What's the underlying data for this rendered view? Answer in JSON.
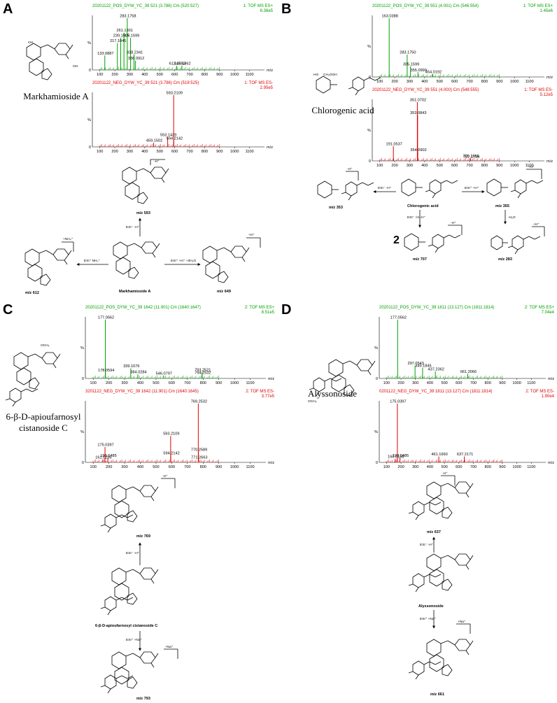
{
  "panels": [
    {
      "letter": "A",
      "compound": "Markhamioside A",
      "pos": {
        "header": "20201122_POS_DYW_YC_39 521 (3.786) Cm (520:527)",
        "mode": "1: TOF MS ES+",
        "intensity": "6.36e5"
      },
      "neg": {
        "header": "20201122_NEG_DYW_YC_39 521 (3.786) Cm (519:525)",
        "mode": "1: TOF MS ES-",
        "intensity": "2.95e5"
      },
      "scheme": {
        "center": "Markhamioside A",
        "top": "m/z 593",
        "left": "m/z 612",
        "right": "m/z 649",
        "arrow_up": "ESI⁻ -H⁺",
        "arrow_left": "ESI⁺ NH₄⁺",
        "arrow_right": "ESI⁺ +H⁺ +3H₂O",
        "ion_top": "-H⁺",
        "ion_left": "+NH₄⁺",
        "ion_right": "+H⁺"
      }
    },
    {
      "letter": "B",
      "compound": "Chlorogenic acid",
      "pos": {
        "header": "20201122_POS_DYW_YC_39 551 (4.001) Cm (546:554)",
        "mode": "1: TOF MS ES+",
        "intensity": "1.45e6"
      },
      "neg": {
        "header": "20201122_NEG_DYW_YC_39 551 (4.000) Cm (548:555)",
        "mode": "1: TOF MS ES-",
        "intensity": "5.12e5"
      },
      "scheme": {
        "center": "Chlorogenic acid",
        "left": "m/z 353",
        "right": "m/z 355",
        "bottom": "m/z 707",
        "far": "m/z 283",
        "dimer": "2",
        "arrow_left": "ESI⁻ -H⁺",
        "arrow_right": "ESI⁺ +H⁺",
        "arrow_down": "ESI⁻ ×2 -H⁺",
        "arrow_far": "-H₂O",
        "ion_left": "-H⁺",
        "ion_right": "+H⁺",
        "ion_bottom": "-H⁺",
        "ion_far": "+H⁺"
      }
    },
    {
      "letter": "C",
      "compound": "6-β-D-apioufarnosyl cistanoside C",
      "pos": {
        "header": "20201122_POS_DYW_YC_39 1642 (11.901) Cm (1640:1647)",
        "mode": "2: TOF MS ES+",
        "intensity": "8.51e5"
      },
      "neg": {
        "header": "3201122_NEG_DYW_YC_39 1642 (11.901) Cm (1640:1645)",
        "mode": "2: TOF MS ES-",
        "intensity": "3.77e5"
      },
      "scheme": {
        "center": "6-β-D-apioufarnosyl cistanoside C",
        "top": "m/z 769",
        "bottom": "m/z 793",
        "arrow_up": "ESI⁻ -H⁺",
        "arrow_down": "ESI⁺ +Na⁺",
        "ion_top": "-H⁺",
        "ion_bottom": "+Na⁺"
      }
    },
    {
      "letter": "D",
      "compound": "Alyssonoside",
      "pos": {
        "header": "20201122_POS_DYW_YC_39 1811 (13.127) Cm (1811:1814)",
        "mode": "2: TOF MS ES+",
        "intensity": "7.04e4"
      },
      "neg": {
        "header": "0201122_NEG_DYW_YC_39 1811 (13.127) Cm (1811:1814)",
        "mode": "2: TOF MS ES-",
        "intensity": "1.90e4"
      },
      "scheme": {
        "center": "Alyssonoside",
        "top": "m/z 637",
        "bottom": "m/z 661",
        "arrow_up": "ESI⁻ -H⁺",
        "arrow_down": "ESI⁺ +Na⁺",
        "ion_top": "-H⁺",
        "ion_bottom": "+Na⁺"
      }
    }
  ],
  "chart_data": [
    {
      "type": "bar",
      "panel": "A",
      "series": "pos",
      "color": "#00a000",
      "xlabel": "m/z",
      "xlim": [
        50,
        1200
      ],
      "ylabel": "%",
      "ylim": [
        0,
        100
      ],
      "x": [
        133.0887,
        217.1045,
        239.1507,
        261.1301,
        283.1758,
        305.1599,
        328.2341,
        338.0912,
        612.2553,
        648.1362
      ],
      "values": [
        28,
        52,
        62,
        72,
        100,
        62,
        30,
        18,
        8,
        8
      ],
      "labels": [
        "133.0887",
        "217.1045",
        "239.1507",
        "261.1301",
        "283.1758",
        "305.1599",
        "328.2341",
        "338.0912",
        "612.2553",
        "648.1362"
      ]
    },
    {
      "type": "bar",
      "panel": "A",
      "series": "neg",
      "color": "#e00000",
      "xlabel": "m/z",
      "xlim": [
        50,
        1200
      ],
      "ylabel": "%",
      "ylim": [
        0,
        100
      ],
      "x": [
        459.1502,
        553.1439,
        593.2109,
        594.2142
      ],
      "values": [
        8,
        19,
        100,
        12
      ],
      "labels": [
        "459.1502",
        "553.1439",
        "593.2109",
        "594.2142"
      ]
    },
    {
      "type": "bar",
      "panel": "B",
      "series": "pos",
      "color": "#00a000",
      "xlabel": "m/z",
      "xlim": [
        50,
        1200
      ],
      "ylabel": "%",
      "ylim": [
        0,
        100
      ],
      "x": [
        163.0388,
        283.175,
        305.1599,
        355.0999,
        454.0192
      ],
      "values": [
        100,
        38,
        18,
        8,
        5
      ],
      "labels": [
        "163.0388",
        "283.1750",
        "305.1599",
        "355.0999",
        "454.0192"
      ]
    },
    {
      "type": "bar",
      "panel": "B",
      "series": "neg",
      "color": "#e00000",
      "xlabel": "m/z",
      "xlim": [
        50,
        1200
      ],
      "ylabel": "%",
      "ylim": [
        0,
        100
      ],
      "x": [
        191.0537,
        351.0702,
        353.0843,
        354.0902,
        705.1666,
        707.1794
      ],
      "values": [
        25,
        100,
        78,
        15,
        5,
        3
      ],
      "labels": [
        "191.0537",
        "351.0702",
        "353.0843",
        "354.0902",
        "705.1666",
        "707.1794"
      ]
    },
    {
      "type": "bar",
      "panel": "C",
      "series": "pos",
      "color": "#00a000",
      "xlabel": "m/z",
      "xlim": [
        50,
        1200
      ],
      "ylabel": "%",
      "ylim": [
        0,
        100
      ],
      "x": [
        177.0562,
        178.0594,
        339.1076,
        384.0284,
        546.0797,
        793.2521,
        794.2532
      ],
      "values": [
        100,
        10,
        17,
        7,
        5,
        11,
        6
      ],
      "labels": [
        "177.0562",
        "178.0594",
        "339.1076",
        "384.0284",
        "546.0797",
        "793.2521",
        "794.2532"
      ]
    },
    {
      "type": "bar",
      "panel": "C",
      "series": "neg",
      "color": "#e00000",
      "xlabel": "m/z",
      "xlim": [
        50,
        1200
      ],
      "ylabel": "%",
      "ylim": [
        0,
        100
      ],
      "x": [
        161.0236,
        175.0397,
        193.0485,
        593.2109,
        594.2142,
        769.2532,
        770.2589,
        771.2663
      ],
      "values": [
        5,
        26,
        8,
        45,
        12,
        100,
        18,
        5
      ],
      "labels": [
        "161.0236",
        "175.0397",
        "193.0485",
        "593.2109",
        "594.2142",
        "769.2532",
        "770.2589",
        "771.2663"
      ]
    },
    {
      "type": "bar",
      "panel": "D",
      "series": "pos",
      "color": "#00a000",
      "xlabel": "m/z",
      "xlim": [
        50,
        1200
      ],
      "ylabel": "%",
      "ylim": [
        0,
        100
      ],
      "x": [
        177.0562,
        297.0543,
        349.1845,
        437.2362,
        661.2066
      ],
      "values": [
        100,
        22,
        18,
        12,
        8
      ],
      "labels": [
        "177.0562",
        "297.0543",
        "349.1845",
        "437.2362",
        "661.2066"
      ]
    },
    {
      "type": "bar",
      "panel": "D",
      "series": "neg",
      "color": "#e00000",
      "xlabel": "m/z",
      "xlim": [
        50,
        1200
      ],
      "ylabel": "%",
      "ylim": [
        0,
        100
      ],
      "x": [
        160.0158,
        175.0397,
        193.0485,
        461.166,
        637.2171
      ],
      "values": [
        6,
        100,
        8,
        10,
        10
      ],
      "labels": [
        "160.0158",
        "175.0397",
        "193.0485",
        "461.1660",
        "637.2171"
      ]
    }
  ],
  "axis_ticks": [
    "100",
    "200",
    "300",
    "400",
    "500",
    "600",
    "700",
    "800",
    "900",
    "1000",
    "1100"
  ],
  "axis_unit": "m/z",
  "y_marks": [
    "%",
    "0"
  ]
}
